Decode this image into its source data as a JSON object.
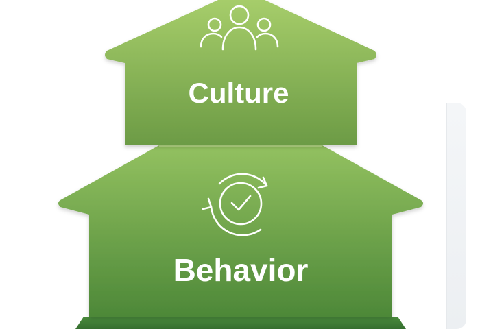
{
  "diagram": {
    "tiers": [
      {
        "id": "culture",
        "label": "Culture",
        "icon": "people-group-icon"
      },
      {
        "id": "behavior",
        "label": "Behavior",
        "icon": "cycle-check-icon"
      }
    ],
    "colors": {
      "tier_top_light": "#9ec764",
      "tier_top_dark": "#6f9e45",
      "tier_bottom_light": "#8fbe5c",
      "tier_bottom_dark": "#4f8a3a",
      "base_strip": "#3f7f35",
      "label": "#ffffff"
    }
  }
}
